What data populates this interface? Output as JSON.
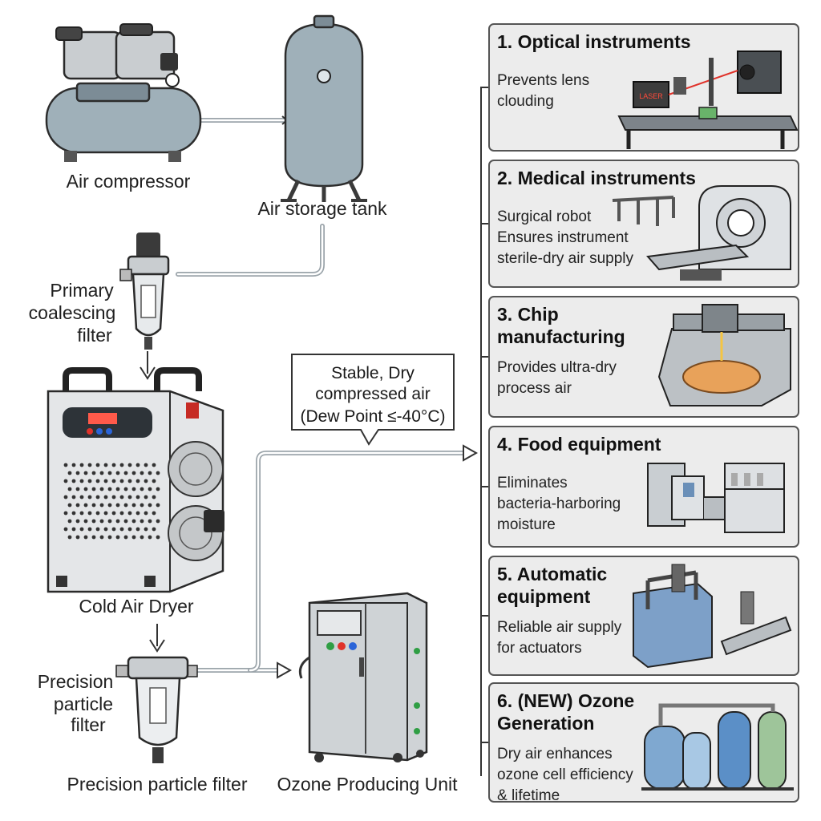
{
  "labels": {
    "air_compressor": "Air compressor",
    "air_storage_tank": "Air storage tank",
    "primary_filter_1": "Primary",
    "primary_filter_2": "coalescing",
    "primary_filter_3": "filter",
    "cold_air_dryer": "Cold Air Dryer",
    "precision_filter_side_1": "Precision",
    "precision_filter_side_2": "particle",
    "precision_filter_side_3": "filter",
    "precision_filter_bottom": "Precision particle filter",
    "ozone_unit": "Ozone Producing Unit"
  },
  "callout": {
    "line1": "Stable, Dry",
    "line2": "compressed air",
    "line3": "(Dew Point ≤-40°C)"
  },
  "cards": [
    {
      "title": [
        "1. Optical instruments"
      ],
      "body": [
        "Prevents lens",
        "clouding"
      ]
    },
    {
      "title": [
        "2. Medical instruments"
      ],
      "body": [
        "Surgical robot",
        "Ensures instrument",
        "sterile-dry air supply"
      ]
    },
    {
      "title": [
        "3. Chip",
        "manufacturing"
      ],
      "body": [
        "Provides ultra-dry",
        "process air"
      ]
    },
    {
      "title": [
        "4. Food equipment"
      ],
      "body": [
        "Eliminates",
        "bacteria-harboring",
        "moisture"
      ]
    },
    {
      "title": [
        "5. Automatic",
        "equipment"
      ],
      "body": [
        "Reliable air supply",
        "for actuators"
      ]
    },
    {
      "title": [
        "6. (NEW) Ozone",
        "Generation"
      ],
      "body": [
        "Dry air enhances",
        "ozone cell efficiency",
        "& lifetime"
      ]
    }
  ],
  "device_text": {
    "laser_label": "LASER"
  },
  "colors": {
    "card_bg": "#ececec",
    "card_border": "#555555",
    "equipment_blue": "#9fb0b9",
    "pipe": "#9ba4aa",
    "dryer_body": "#e4e6e8",
    "led_red": "#e0322a",
    "wafer_orange": "#e8a25a"
  }
}
